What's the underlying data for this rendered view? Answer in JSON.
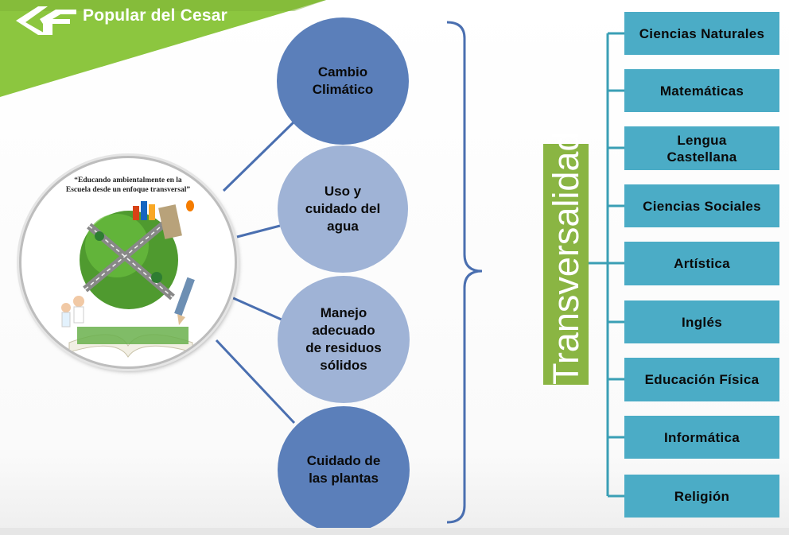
{
  "header": {
    "title": "Popular del Cesar"
  },
  "image_panel": {
    "slogan_line1": "“Educando ambientalmente en la",
    "slogan_line2": "Escuela desde un enfoque transversal”"
  },
  "topics": [
    {
      "label_line1": "Cambio",
      "label_line2": "Climático",
      "label_line3": "",
      "label_line4": ""
    },
    {
      "label_line1": "Uso y",
      "label_line2": "cuidado del",
      "label_line3": "agua",
      "label_line4": ""
    },
    {
      "label_line1": "Manejo",
      "label_line2": "adecuado",
      "label_line3": "de residuos",
      "label_line4": "sólidos"
    },
    {
      "label_line1": "Cuidado de",
      "label_line2": "las plantas",
      "label_line3": "",
      "label_line4": ""
    }
  ],
  "central_label": "Transversalidad",
  "subjects": [
    {
      "line1": "Ciencias Naturales",
      "line2": ""
    },
    {
      "line1": "Matemáticas",
      "line2": ""
    },
    {
      "line1": "Lengua",
      "line2": "Castellana"
    },
    {
      "line1": "Ciencias Sociales",
      "line2": ""
    },
    {
      "line1": "Artística",
      "line2": ""
    },
    {
      "line1": "Inglés",
      "line2": ""
    },
    {
      "line1": "Educación Física",
      "line2": ""
    },
    {
      "line1": "Informática",
      "line2": ""
    },
    {
      "line1": "Religión",
      "line2": ""
    }
  ],
  "colors": {
    "banner_green": "#8cc63f",
    "topic_dark": "#5b7fba",
    "topic_light": "#9fb3d6",
    "connector": "#4a6fb0",
    "transversal_green": "#8ab543",
    "subject_teal": "#4bacc6",
    "tree_line": "#3a9fb5"
  }
}
